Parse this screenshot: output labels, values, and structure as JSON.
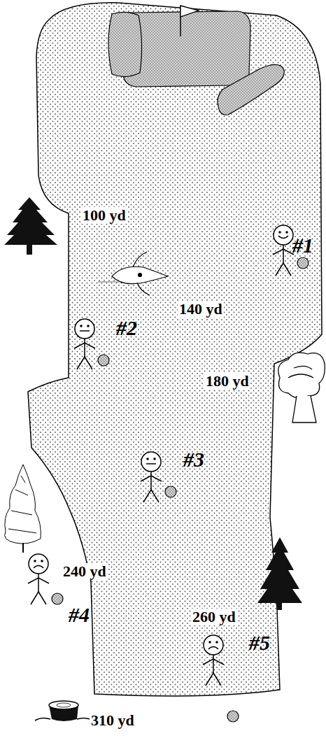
{
  "diagram": {
    "labels": [
      "100 yd",
      "140 yd",
      "180 yd",
      "240 yd",
      "260 yd",
      "310 yd",
      "#1",
      "#2",
      "#3",
      "#4",
      "#5"
    ]
  }
}
